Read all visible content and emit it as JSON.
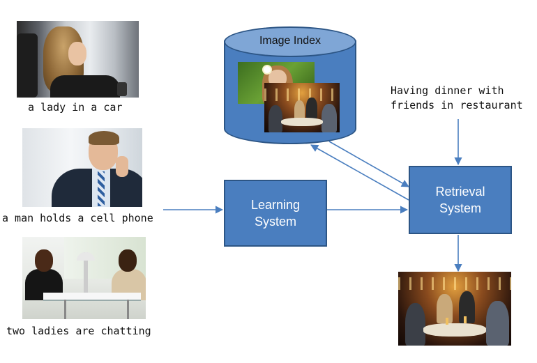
{
  "inputs": [
    {
      "caption": "a lady in a car",
      "photo": "woman-driving-photo"
    },
    {
      "caption": "a man holds a cell phone",
      "photo": "man-phone-photo"
    },
    {
      "caption": "two ladies are chatting",
      "photo": "women-chatting-photo"
    }
  ],
  "image_index": {
    "label": "Image Index"
  },
  "learning_system": {
    "label": "Learning\nSystem"
  },
  "retrieval_system": {
    "label": "Retrieval\nSystem"
  },
  "query": {
    "text": "Having dinner with\nfriends in restaurant"
  },
  "colors": {
    "box_fill": "#4a7ebf",
    "box_border": "#2c5585",
    "cylinder_top": "#7fa6d6",
    "arrow": "#4a7ebf"
  }
}
